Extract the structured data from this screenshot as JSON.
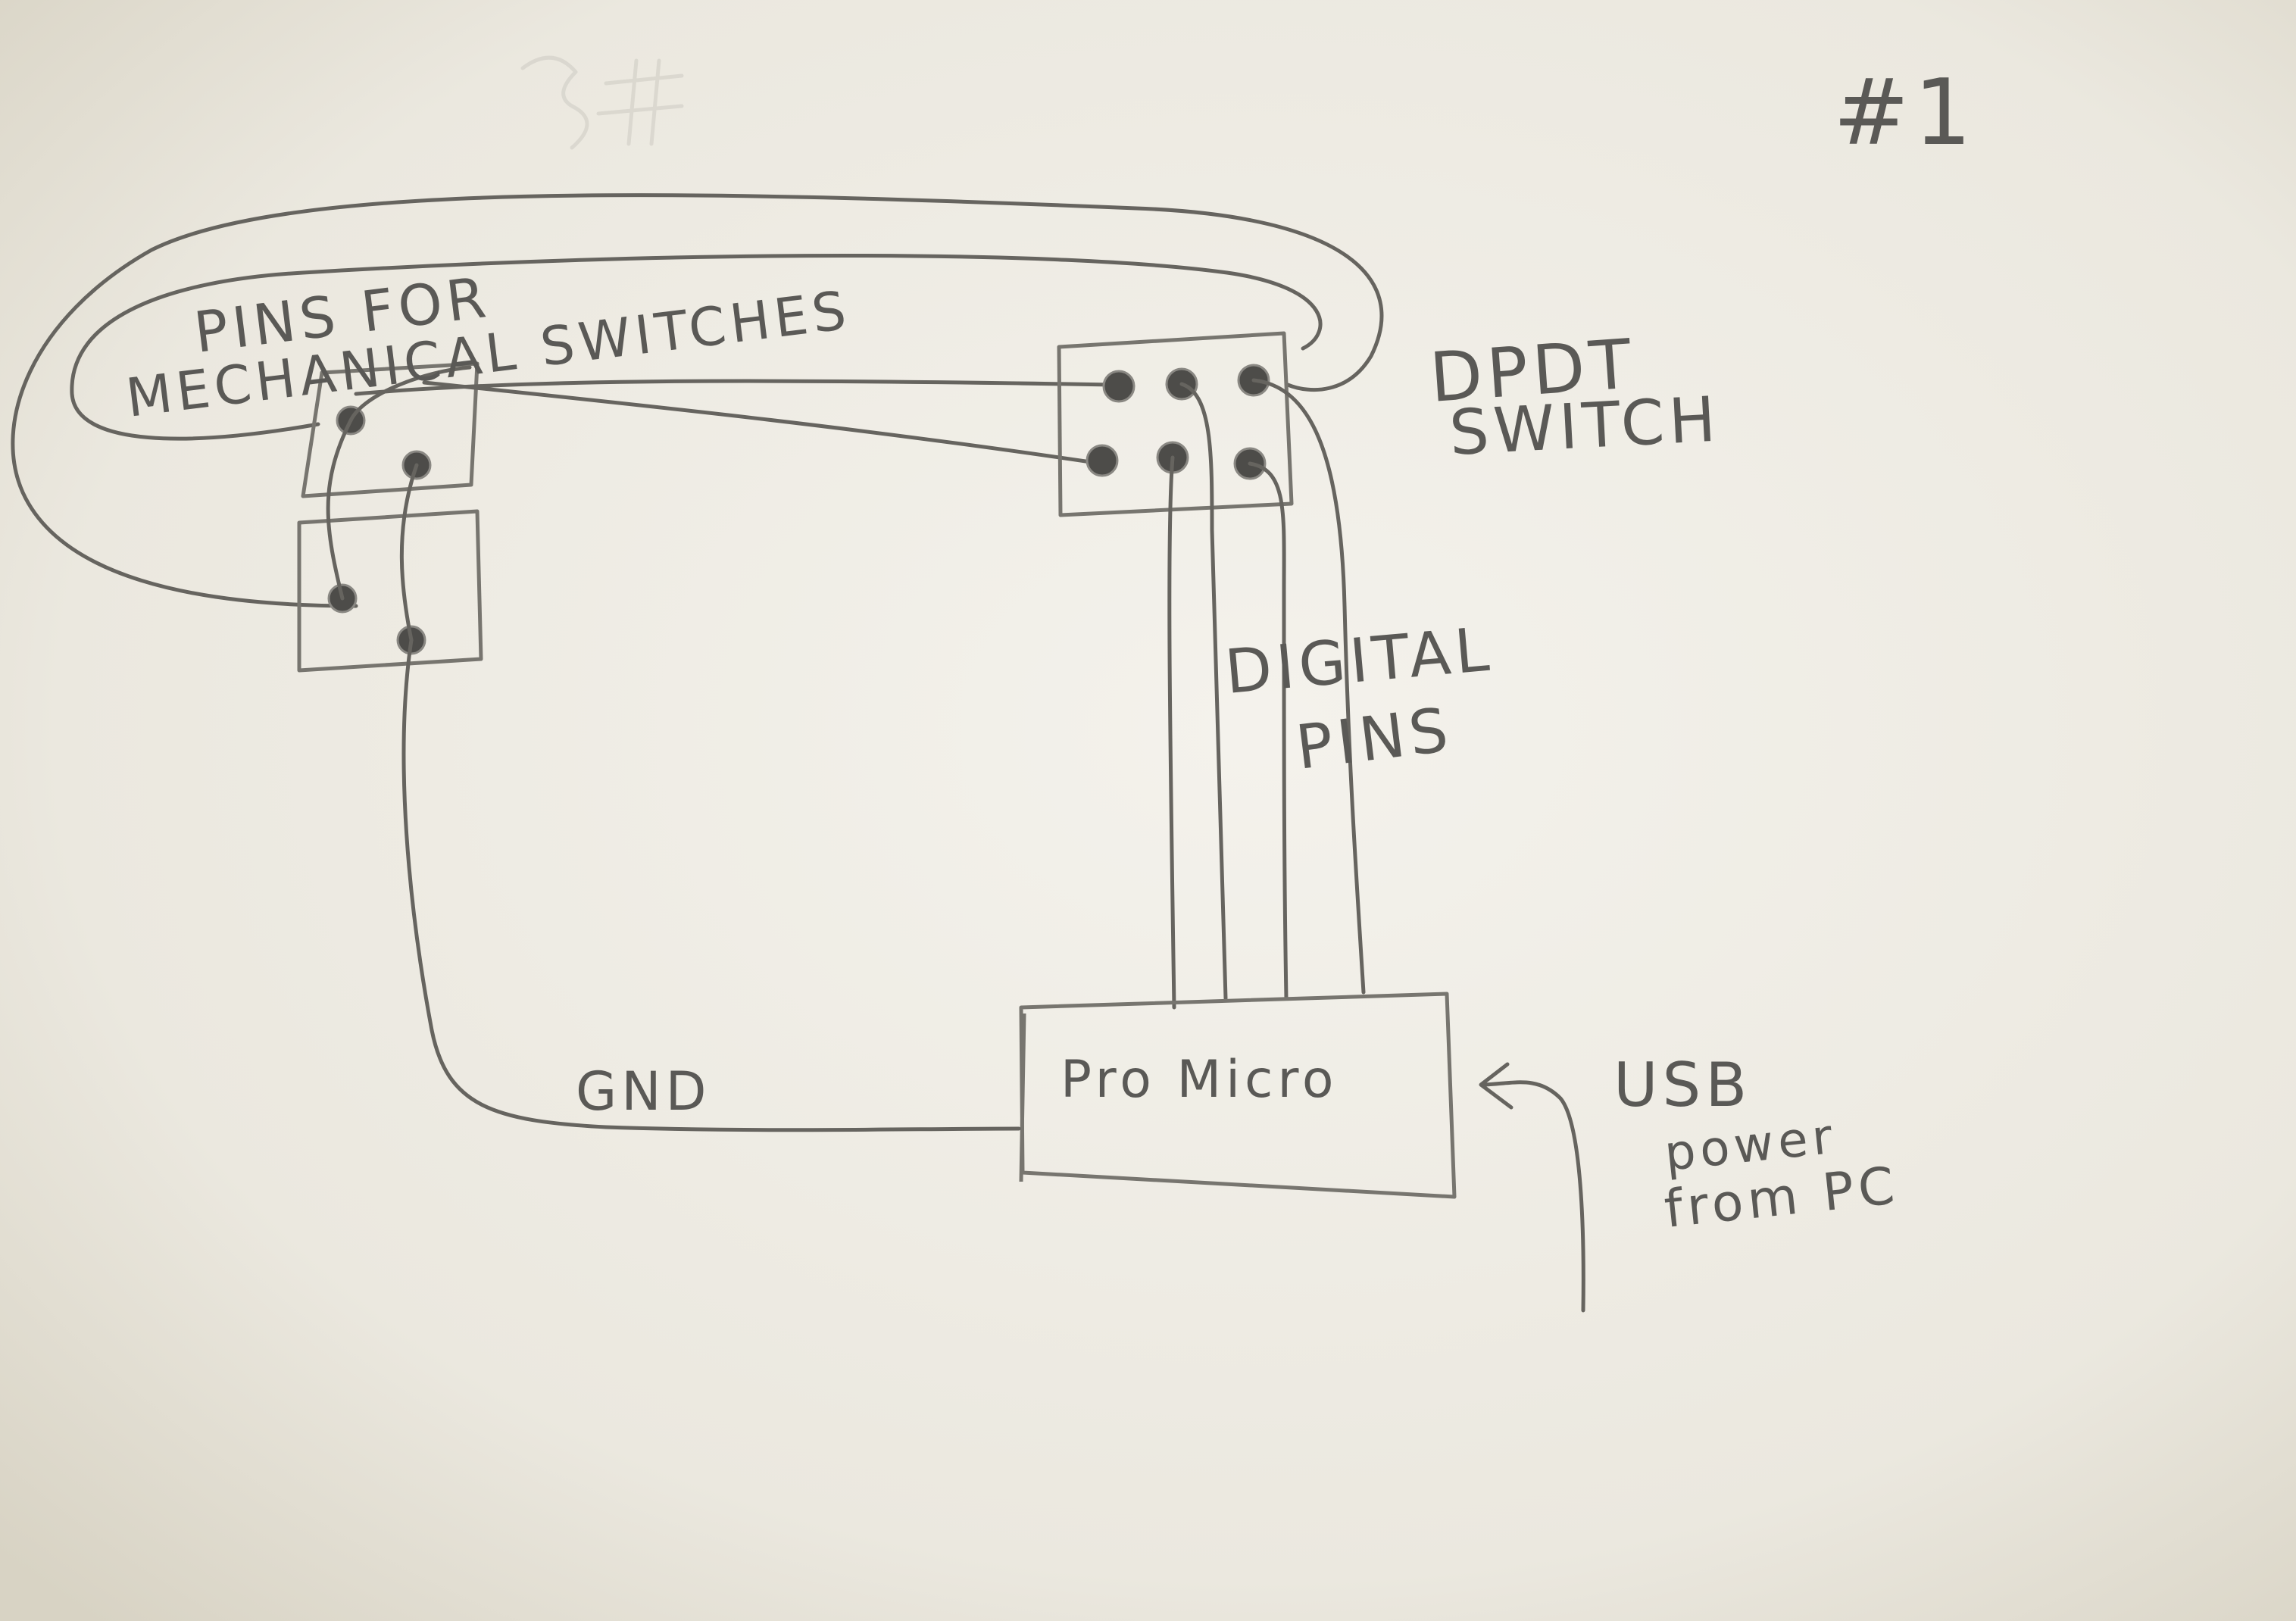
{
  "diagram": {
    "sheet_number": "#1",
    "labels": {
      "switch_pins": "PINS FOR MECHANICAL SWITCHES",
      "switch_pins_line1": "PINS FOR",
      "switch_pins_line2": "MECHANICAL SWITCHES",
      "dpdt_line1": "DPDT",
      "dpdt_line2": "SWITCH",
      "digital_line1": "DIGITAL",
      "digital_line2": "PINS",
      "microcontroller": "Pro Micro",
      "ground": "GND",
      "usb_line1": "USB",
      "usb_line2": "power",
      "usb_line3": "from PC"
    },
    "components": [
      {
        "id": "switch-header-top",
        "pins": 2
      },
      {
        "id": "switch-header-bottom",
        "pins": 2
      },
      {
        "id": "dpdt-switch",
        "pins": 6
      },
      {
        "id": "pro-micro",
        "label": "Pro Micro"
      }
    ],
    "connections": [
      {
        "from": "switch-header-top",
        "to": "dpdt-switch",
        "note": "switch pins to DPDT"
      },
      {
        "from": "dpdt-switch",
        "to": "pro-micro",
        "label": "DIGITAL PINS"
      },
      {
        "from": "switch-header-bottom",
        "to": "pro-micro",
        "label": "GND"
      },
      {
        "from": "usb",
        "to": "pro-micro",
        "label": "USB power from PC"
      }
    ],
    "colors": {
      "paper": "#efece4",
      "pencil": "#5a5956"
    }
  }
}
